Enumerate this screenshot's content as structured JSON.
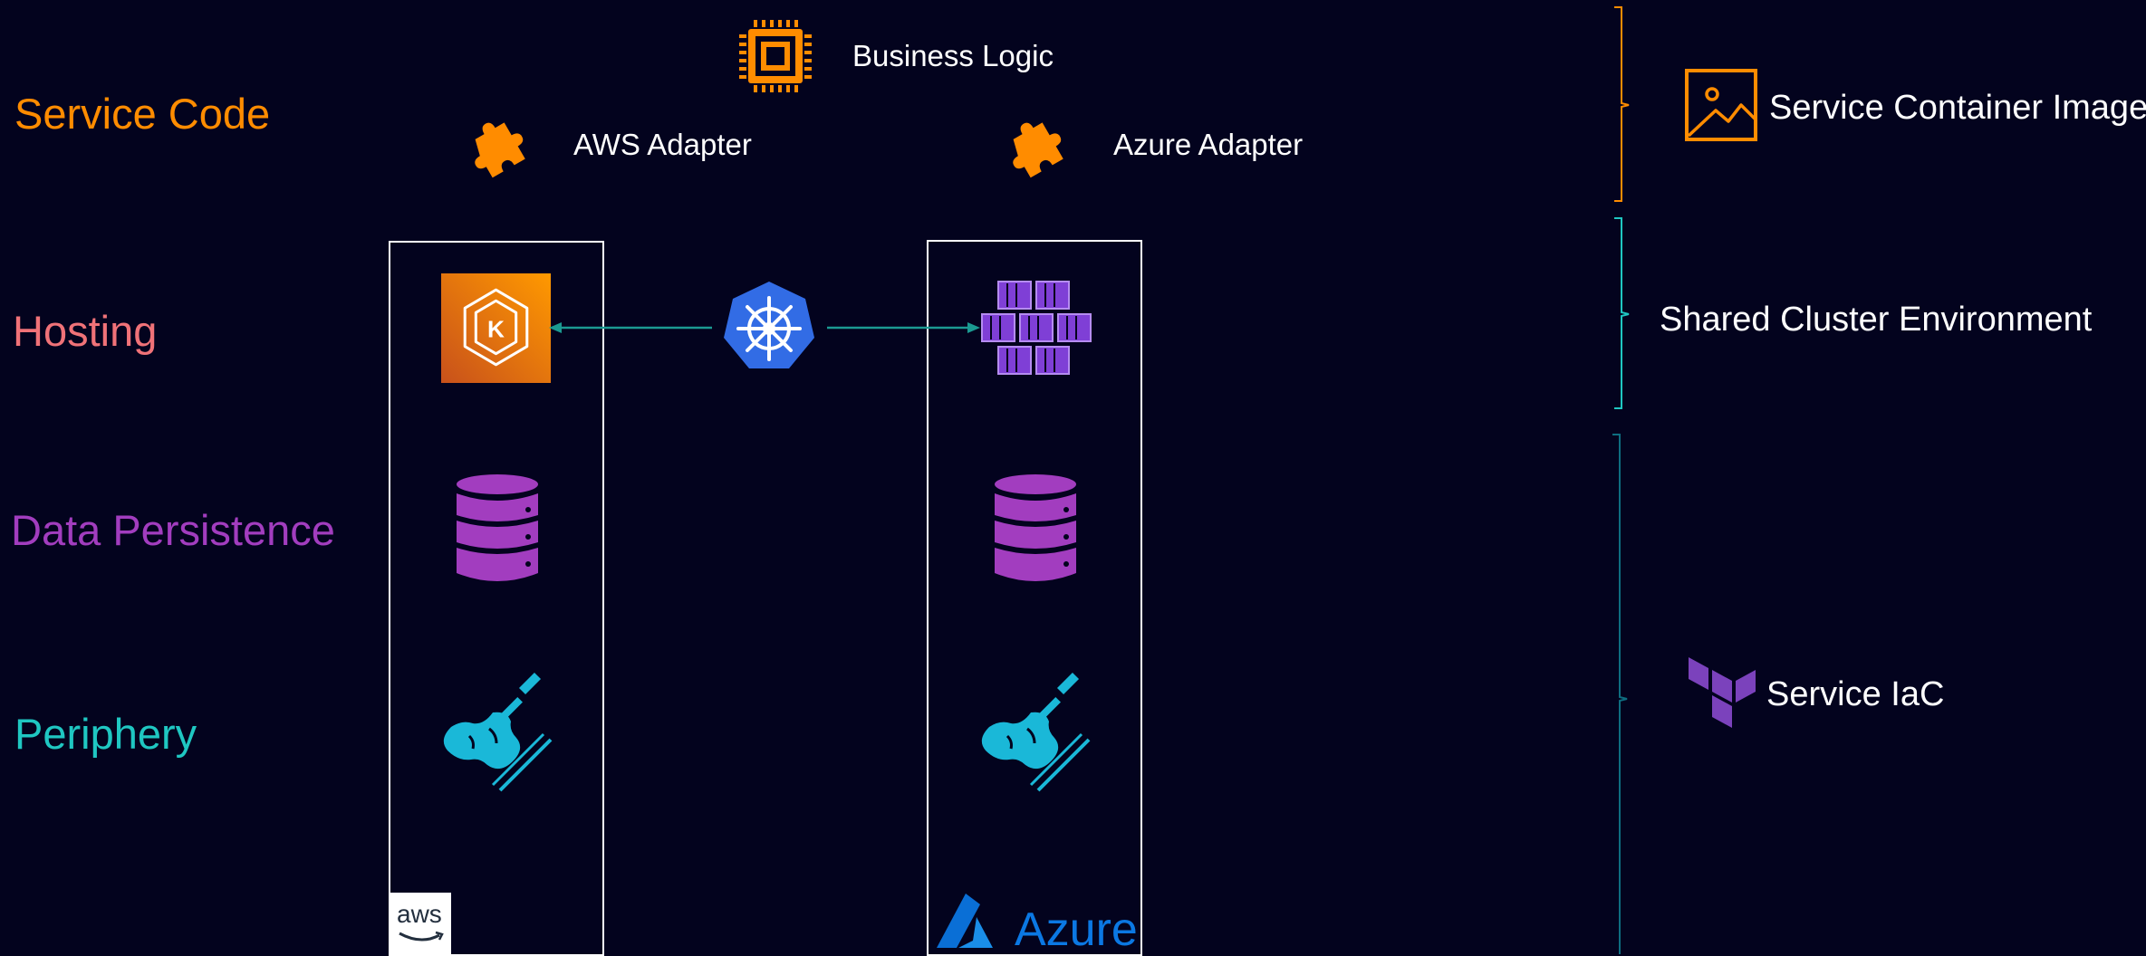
{
  "rows": {
    "service_code": "Service Code",
    "hosting": "Hosting",
    "data_persistence": "Data Persistence",
    "periphery": "Periphery"
  },
  "components": {
    "business_logic": "Business Logic",
    "aws_adapter": "AWS Adapter",
    "azure_adapter": "Azure Adapter"
  },
  "groups": {
    "service_container_image": "Service Container Image",
    "shared_cluster_environment": "Shared Cluster Environment",
    "service_iac": "Service IaC"
  },
  "providers": {
    "aws_logo_text": "aws",
    "azure_logo_text": "Azure"
  },
  "icons": {
    "business_logic": "cpu-chip-icon",
    "adapter": "puzzle-piece-icon",
    "eks": "eks-icon",
    "kubernetes": "kubernetes-wheel-icon",
    "aks": "aks-cubes-icon",
    "database": "database-icon",
    "periphery": "violin-icon",
    "container_image": "image-icon",
    "iac": "terraform-icon"
  },
  "colors": {
    "background": "#03031e",
    "service_code": "#ff8c00",
    "hosting": "#f07278",
    "data_persistence": "#a23dbf",
    "periphery": "#1fc7c2",
    "connector": "#1b9a92",
    "iac_bracket": "#0e6d80"
  }
}
